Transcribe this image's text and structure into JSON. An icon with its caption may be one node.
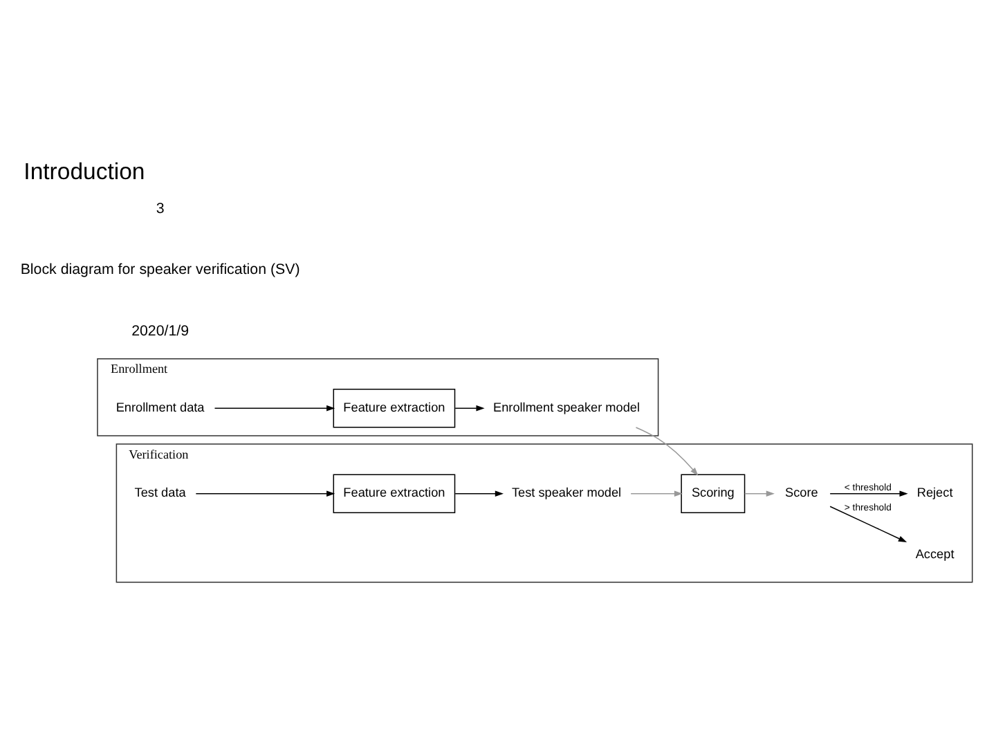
{
  "diagram": {
    "title": "Introduction",
    "nodes": [
      {
        "text": [
          "Enrollment"
        ]
      },
      {
        "text": [
          "Enrollment data"
        ],
        "in": 0
      },
      {
        "text": [
          "Feature extraction"
        ],
        "in": 0
      },
      {
        "text": [
          "Enrollment speaker model"
        ],
        "in": 0
      },
      {
        "text": [
          "Verification"
        ]
      },
      {
        "text": [
          "Test data"
        ],
        "in": 4
      },
      {
        "text": [
          "Feature extraction"
        ],
        "in": 4
      },
      {
        "text": [
          "Test speaker model"
        ],
        "in": 4
      },
      {
        "text": [
          "Scoring"
        ],
        "in": 4
      },
      {
        "text": [
          "Score"
        ],
        "in": 4
      },
      {
        "text": [
          "Accept"
        ],
        "in": 4
      },
      {
        "text": [
          "Reject"
        ],
        "in": 4
      }
    ],
    "edges": [
      {
        "from": 1,
        "to": 2,
        "arrow": "to"
      },
      {
        "from": 2,
        "to": 3,
        "arrow": "to"
      },
      {
        "from": 3,
        "to": 8,
        "arrow": "to",
        "color": "#999999"
      },
      {
        "from": 5,
        "to": 6,
        "arrow": "to"
      },
      {
        "from": 6,
        "to": 7,
        "arrow": "to"
      },
      {
        "from": 7,
        "to": 8,
        "arrow": "to",
        "color": "#999999"
      },
      {
        "from": 8,
        "to": 9,
        "arrow": "to",
        "color": "#999999"
      },
      {
        "from": 9,
        "to": 10,
        "arrow": "to",
        "label": "> threshold"
      },
      {
        "from": 9,
        "to": 11,
        "arrow": "to",
        "label": "< threshold"
      }
    ],
    "labels": [
      "2020/1/9",
      "Block diagram for speaker verification (SV)",
      "3"
    ]
  }
}
